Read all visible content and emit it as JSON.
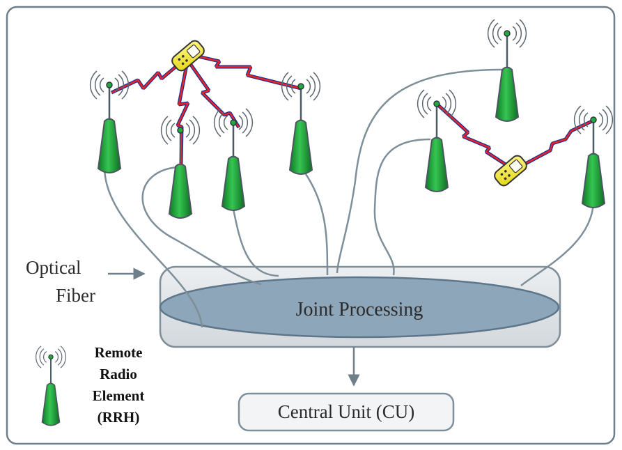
{
  "labels": {
    "optical_fiber_line1": "Optical",
    "optical_fiber_line2": "Fiber",
    "joint_processing": "Joint Processing",
    "central_unit": "Central Unit (CU)"
  },
  "legend": {
    "line1": "Remote",
    "line2": "Radio",
    "line3": "Element",
    "line4": "(RRH)"
  },
  "colors": {
    "rrh_green": "#1faa3a",
    "link_red": "#e8232b",
    "link_blue": "#1a2f8c",
    "phone_yellow": "#f2ea2a",
    "fiber_gray": "#7f8f99",
    "ellipse_fill": "#8ea6ba",
    "box_fill": "#e2e6ea"
  }
}
